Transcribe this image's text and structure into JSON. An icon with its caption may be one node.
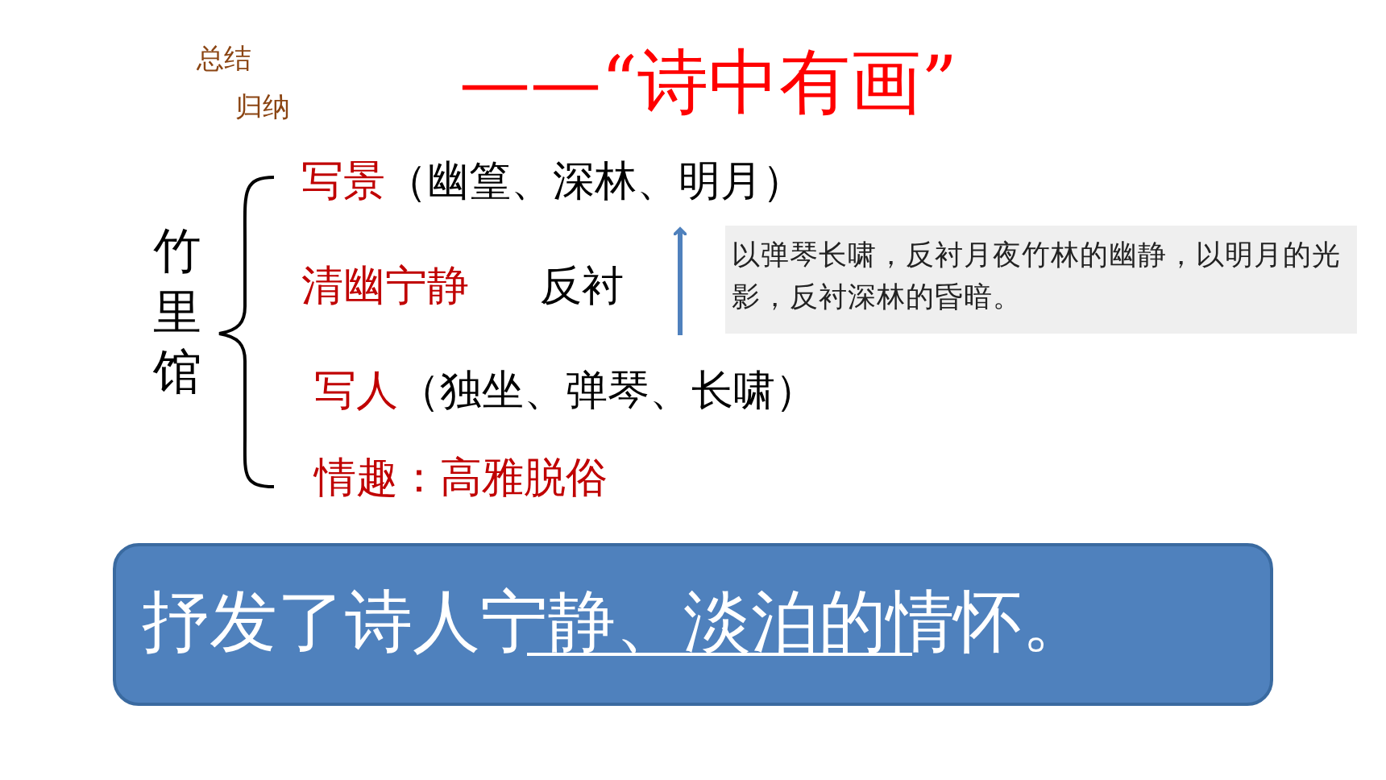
{
  "diagram": {
    "title": "——“诗中有画”",
    "nodes": [
      {
        "text": [
          "以弹琴长啸，反衬月夜竹林的幽静，以明月的光影，反衬深林的昏暗。"
        ]
      },
      {
        "text": [
          "抒发了诗人宁静、淡泊的情怀。"
        ]
      }
    ],
    "labels": [
      "总结",
      "归纳",
      "竹里馆",
      "写景",
      "（幽篁、深林、明月）",
      "清幽宁静",
      "反衬",
      "写人",
      "（独坐、弹琴、长啸）",
      "情趣：高雅脱俗"
    ]
  }
}
